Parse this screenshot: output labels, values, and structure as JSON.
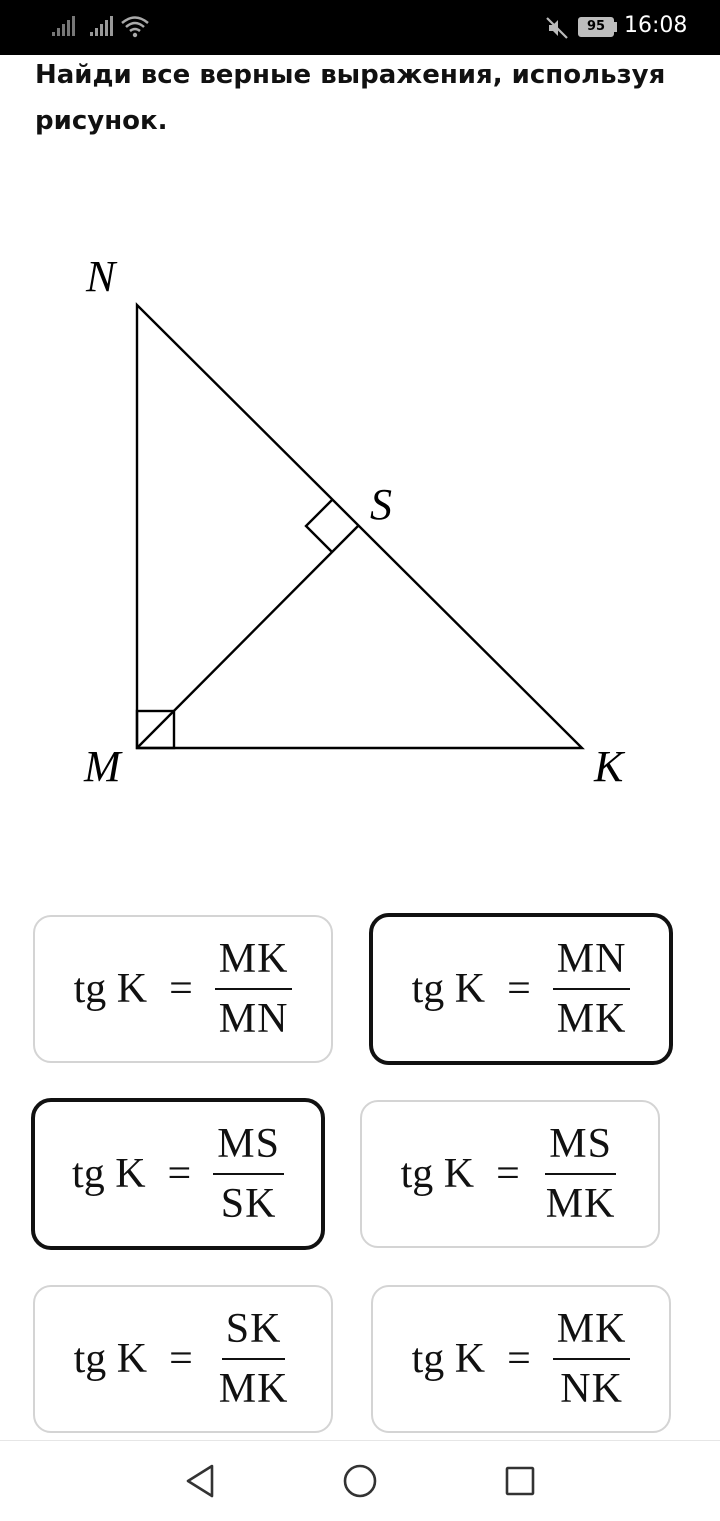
{
  "status_bar": {
    "battery": "95",
    "time": "16:08"
  },
  "question": {
    "text": "Найди все верные выражения, используя рисунок."
  },
  "figure": {
    "labels": {
      "n": "N",
      "s": "S",
      "m": "M",
      "k": "K"
    }
  },
  "answers": [
    {
      "lhs": "tg K",
      "eq": "=",
      "numerator": "MK",
      "denominator": "MN",
      "selected": false
    },
    {
      "lhs": "tg K",
      "eq": "=",
      "numerator": "MN",
      "denominator": "MK",
      "selected": true
    },
    {
      "lhs": "tg K",
      "eq": "=",
      "numerator": "MS",
      "denominator": "SK",
      "selected": true
    },
    {
      "lhs": "tg K",
      "eq": "=",
      "numerator": "MS",
      "denominator": "MK",
      "selected": false
    },
    {
      "lhs": "tg K",
      "eq": "=",
      "numerator": "SK",
      "denominator": "MK",
      "selected": false
    },
    {
      "lhs": "tg K",
      "eq": "=",
      "numerator": "MK",
      "denominator": "NK",
      "selected": false
    }
  ],
  "nav_bar": {
    "back_icon": "back-icon",
    "home_icon": "home-icon",
    "recents_icon": "recents-icon"
  }
}
